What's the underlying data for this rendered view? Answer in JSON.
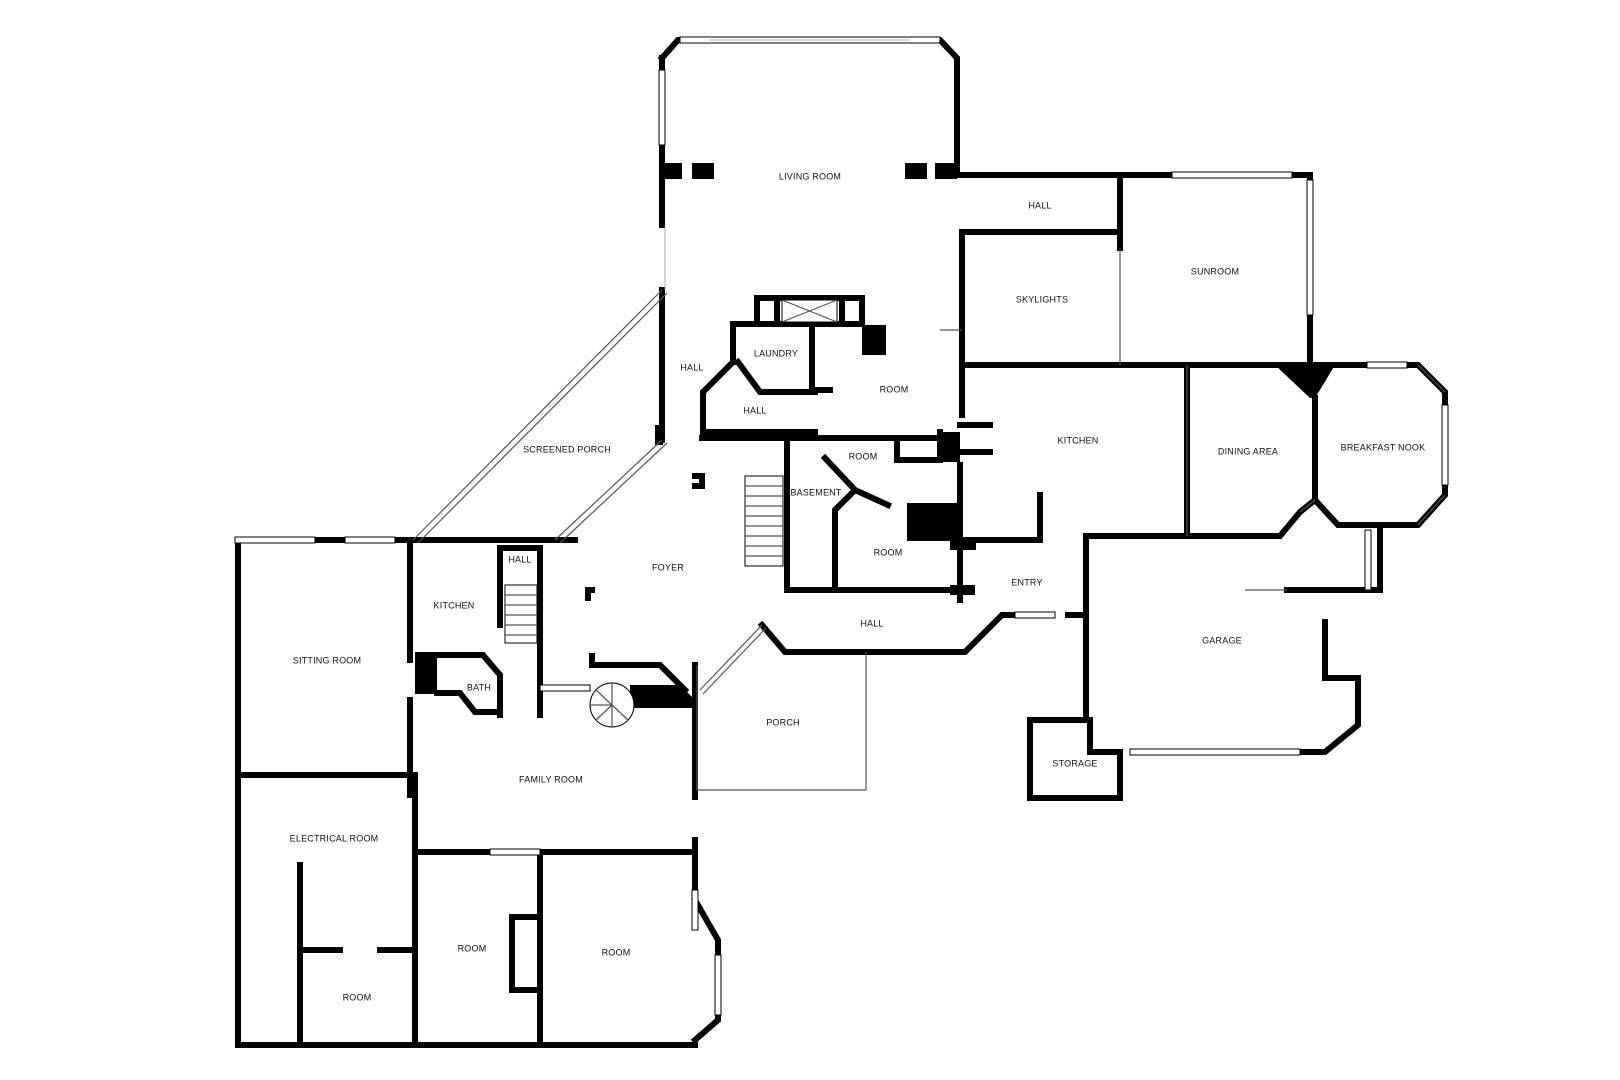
{
  "floorplan": {
    "rooms": {
      "living_room": "LIVING ROOM",
      "hall_upper": "HALL",
      "sunroom": "SUNROOM",
      "skylights": "SKYLIGHTS",
      "laundry": "LAUNDRY",
      "hall_left": "HALL",
      "room_center": "ROOM",
      "hall_small": "HALL",
      "screened_porch": "SCREENED PORCH",
      "room_small": "ROOM",
      "basement": "BASEMENT",
      "kitchen": "KITCHEN",
      "dining_area": "DINING AREA",
      "breakfast_nook": "BREAKFAST NOOK",
      "room_basement": "ROOM",
      "hall_stair": "HALL",
      "foyer": "FOYER",
      "entry": "ENTRY",
      "kitchen_small": "KITCHEN",
      "sitting_room": "SITTING ROOM",
      "hall_main": "HALL",
      "garage": "GARAGE",
      "bath": "BATH",
      "porch": "PORCH",
      "storage": "STORAGE",
      "family_room": "FAMILY ROOM",
      "electrical_room": "ELECTRICAL ROOM",
      "room_left_bottom": "ROOM",
      "room_mid_bottom": "ROOM",
      "room_right_bottom": "ROOM"
    }
  }
}
